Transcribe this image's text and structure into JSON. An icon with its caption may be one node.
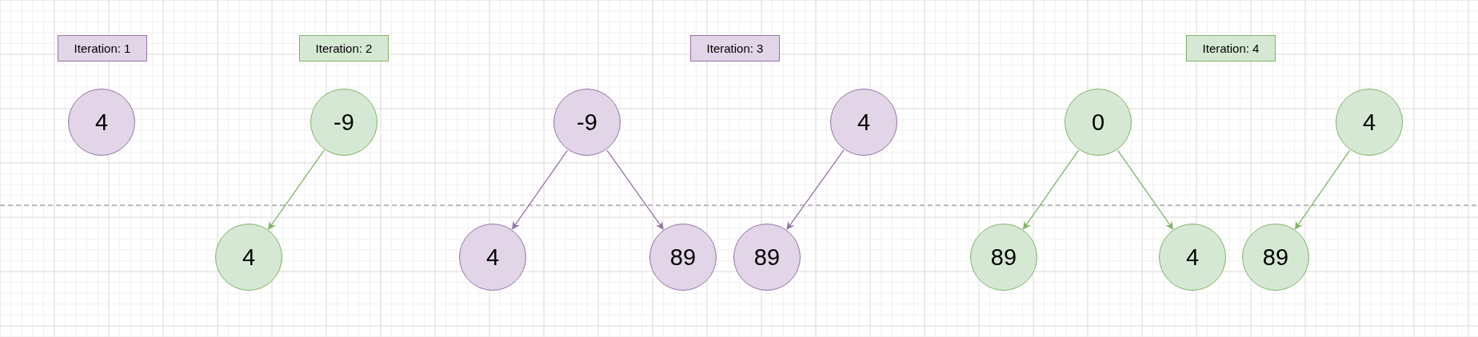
{
  "diagram": {
    "nodes": [
      {
        "text": [
          "Iteration: 1"
        ]
      },
      {
        "text": [
          "4"
        ]
      },
      {
        "text": [
          "Iteration: 2"
        ]
      },
      {
        "text": [
          "-9"
        ]
      },
      {
        "text": [
          "4"
        ]
      },
      {
        "text": [
          "Iteration: 3"
        ]
      },
      {
        "text": [
          "-9"
        ]
      },
      {
        "text": [
          "4"
        ]
      },
      {
        "text": [
          "4"
        ]
      },
      {
        "text": [
          "89"
        ]
      },
      {
        "text": [
          "89"
        ]
      },
      {
        "text": [
          "Iteration: 4"
        ]
      },
      {
        "text": [
          "0"
        ]
      },
      {
        "text": [
          "4"
        ]
      },
      {
        "text": [
          "89"
        ]
      },
      {
        "text": [
          "4"
        ]
      },
      {
        "text": [
          "89"
        ]
      }
    ],
    "edges": [
      {
        "from": 3,
        "to": 4,
        "arrow": "to"
      },
      {
        "from": 6,
        "to": 8,
        "arrow": "to",
        "color": "#9673a6"
      },
      {
        "from": 6,
        "to": 9,
        "arrow": "to",
        "color": "#9673a6"
      },
      {
        "from": 7,
        "to": 10,
        "arrow": "to",
        "color": "#9673a6"
      },
      {
        "from": 12,
        "to": 14,
        "arrow": "to"
      },
      {
        "from": 12,
        "to": 15,
        "arrow": "to"
      },
      {
        "from": 13,
        "to": 16,
        "arrow": "to"
      }
    ]
  }
}
